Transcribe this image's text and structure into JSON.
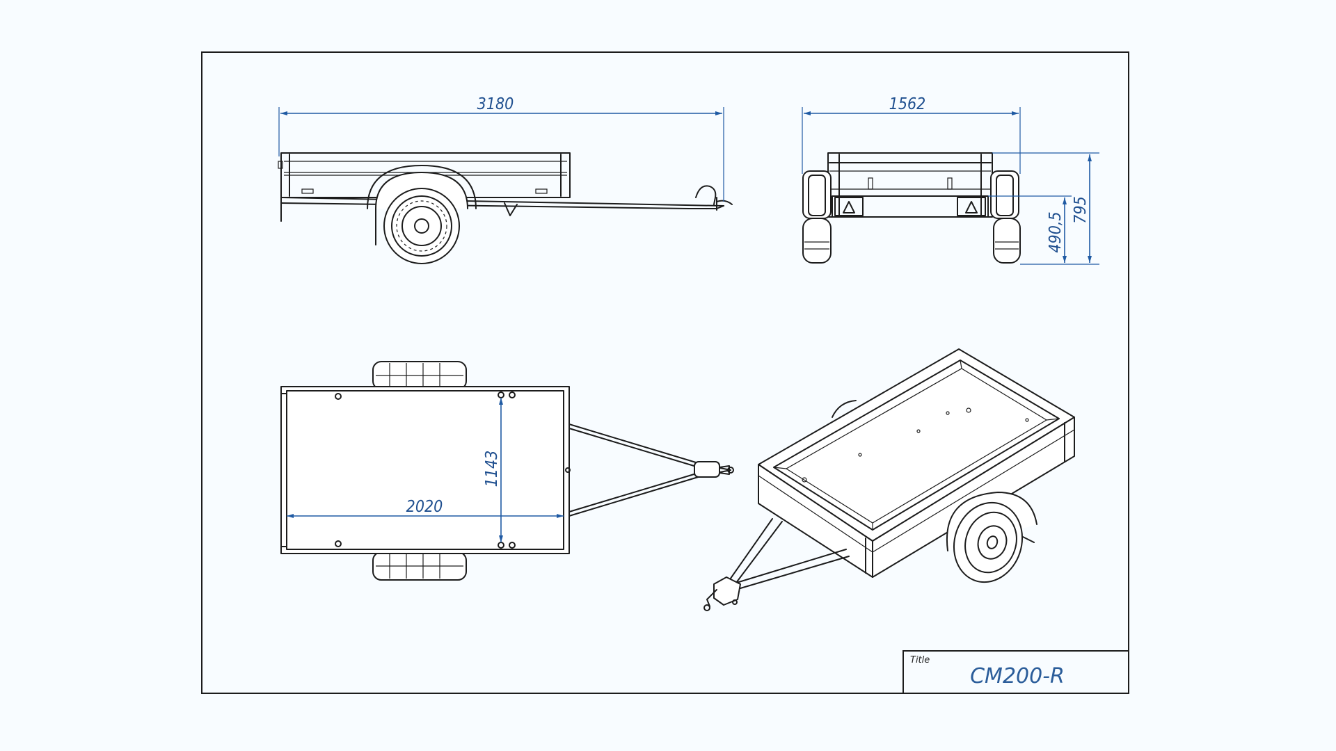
{
  "accent_color": "#1f5aa3",
  "line_color": "#1c1c1c",
  "dimensions": {
    "overall_length": "3180",
    "overall_width": "1562",
    "overall_height": "795",
    "deck_height": "490,5",
    "box_length": "2020",
    "box_width": "1143"
  },
  "title_block": {
    "label": "Title",
    "value": "CM200-R"
  }
}
